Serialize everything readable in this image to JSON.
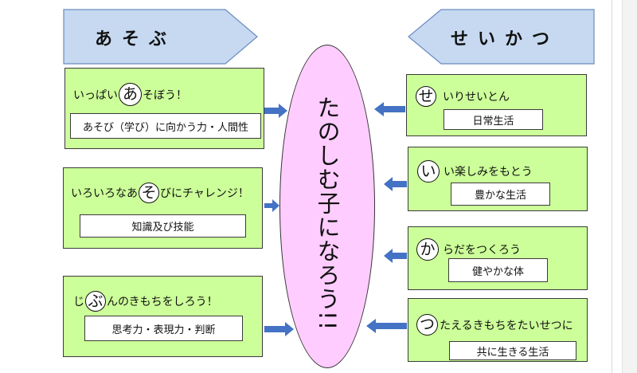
{
  "banners": {
    "left": "あそぶ",
    "right": "せいかつ"
  },
  "center": "たのしむ子になろう!!",
  "left_items": [
    {
      "pre": "いっぱい",
      "circle": "あ",
      "post": "そぼう！",
      "sub": "あそび（学び）に向かう力・人間性"
    },
    {
      "pre": "いろいろなあ",
      "circle": "そ",
      "post": "びにチャレンジ！",
      "sub": "知識及び技能"
    },
    {
      "pre": "じ",
      "circle": "ぶ",
      "post": "んのきもちをしろう！",
      "sub": "思考力・表現力・判断"
    }
  ],
  "right_items": [
    {
      "circle": "せ",
      "post": "いりせいとん",
      "sub": "日常生活"
    },
    {
      "circle": "い",
      "post": "い楽しみをもとう",
      "sub": "豊かな生活"
    },
    {
      "circle": "か",
      "post": "らだをつくろう",
      "sub": "健やかな体"
    },
    {
      "circle": "つ",
      "post": "たえるきもちをたいせつに",
      "sub": "共に生きる生活"
    }
  ],
  "colors": {
    "banner": "#c6d9f1",
    "box": "#ccff99",
    "ellipse": "#ffccff",
    "arrow": "#4472c4"
  }
}
